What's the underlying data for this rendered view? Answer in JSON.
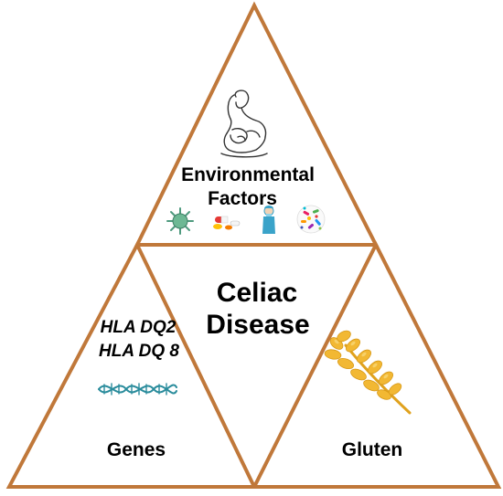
{
  "diagram": {
    "center_label_line1": "Celiac",
    "center_label_line2": "Disease",
    "top": {
      "label_line1": "Environmental",
      "label_line2": "Factors",
      "icons": [
        "breastfeeding-mother-icon",
        "virus-icon",
        "pills-icon",
        "surgeon-icon",
        "microbiome-icon"
      ]
    },
    "left": {
      "gene_line1": "HLA DQ2",
      "gene_line2": "HLA DQ 8",
      "label": "Genes",
      "icon": "dna-helix-icon"
    },
    "right": {
      "label": "Gluten",
      "icon": "wheat-icon"
    },
    "colors": {
      "outline": "#C0783A",
      "text": "#000000",
      "wheat": "#F2B833",
      "wheat_light": "#F9D877",
      "dna": "#2A8C9C",
      "virus": "#4E9A7E",
      "surgeon": "#3AA3C9"
    }
  }
}
